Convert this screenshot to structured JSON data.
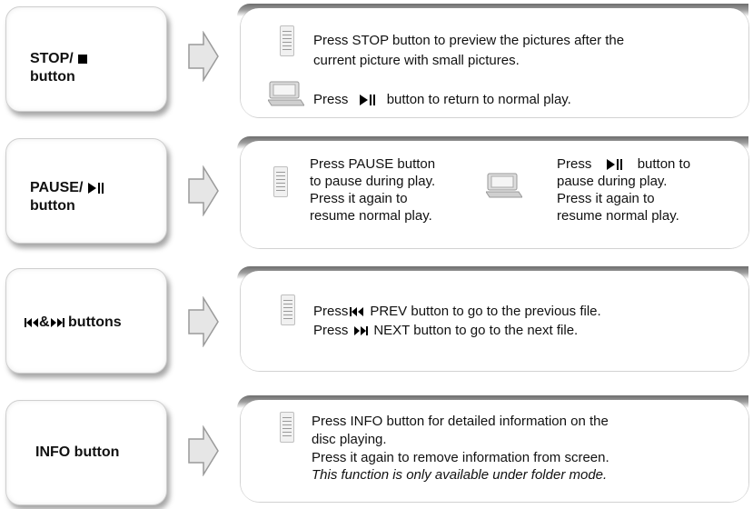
{
  "rows": [
    {
      "label_line1": "STOP/",
      "label_line2": "button",
      "p1": "Press STOP button to preview the pictures after the",
      "p2": "current picture with small pictures.",
      "p3_pre": "Press",
      "p3_post": "button to return to normal play."
    },
    {
      "label_line1": "PAUSE/",
      "label_line2": "button",
      "left_lines": [
        "Press PAUSE button",
        "to pause during play.",
        "Press it again to",
        "resume normal play."
      ],
      "right_line1_pre": "Press",
      "right_line1_post": "button to",
      "right_lines": [
        "pause during play.",
        "Press it again to",
        "resume normal play."
      ]
    },
    {
      "label_text": "buttons",
      "amp": "&",
      "line1_pre": "Press",
      "line1_post": "PREV button to go to the previous file.",
      "line2_pre": "Press",
      "line2_post": "NEXT button to go to the next file."
    },
    {
      "label": "INFO button",
      "l1": "Press INFO button for detailed information on the",
      "l2": "disc playing.",
      "l3": "Press it again to remove information from screen.",
      "l4": "This function is only available under folder mode."
    }
  ],
  "icons": [
    "stop-icon",
    "play-pause-icon",
    "prev-icon",
    "next-icon",
    "remote-icon",
    "dvd-player-icon",
    "arrow-right-icon"
  ]
}
